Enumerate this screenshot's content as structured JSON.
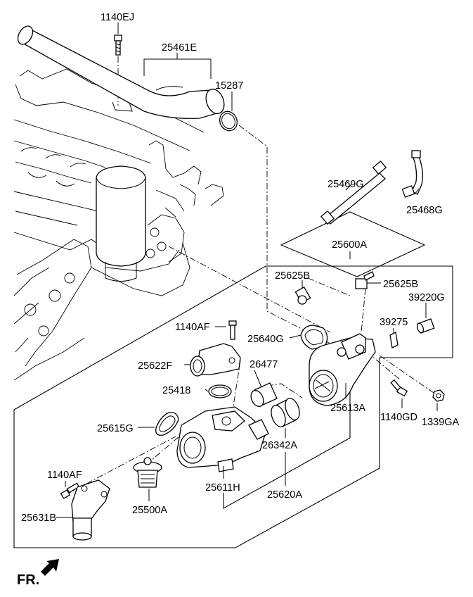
{
  "diagram": {
    "part_numbers": {
      "bolt_top": "1140EJ",
      "pipe": "25461E",
      "o_ring_top": "15287",
      "hose_a": "25469G",
      "hose_b": "25468G",
      "housing_assy": "25600A",
      "fitting_left": "25625B",
      "fitting_right": "25625B",
      "sensor": "39220G",
      "gasket_sensor": "39275",
      "bolt_left_mid": "1140AF",
      "gasket_housing": "25640G",
      "elbow_fitting": "25622F",
      "hose_short": "26477",
      "o_ring_mid": "25418",
      "housing": "25613A",
      "bolt_right": "1140GD",
      "nut_right": "1339GA",
      "gasket_inlet": "25615G",
      "hose_ring": "26342A",
      "bolt_bottom": "1140AF",
      "inlet_housing": "25611H",
      "pipe_assy": "25620A",
      "thermostat": "25500A",
      "cover": "25631B"
    },
    "direction_label": "FR."
  }
}
